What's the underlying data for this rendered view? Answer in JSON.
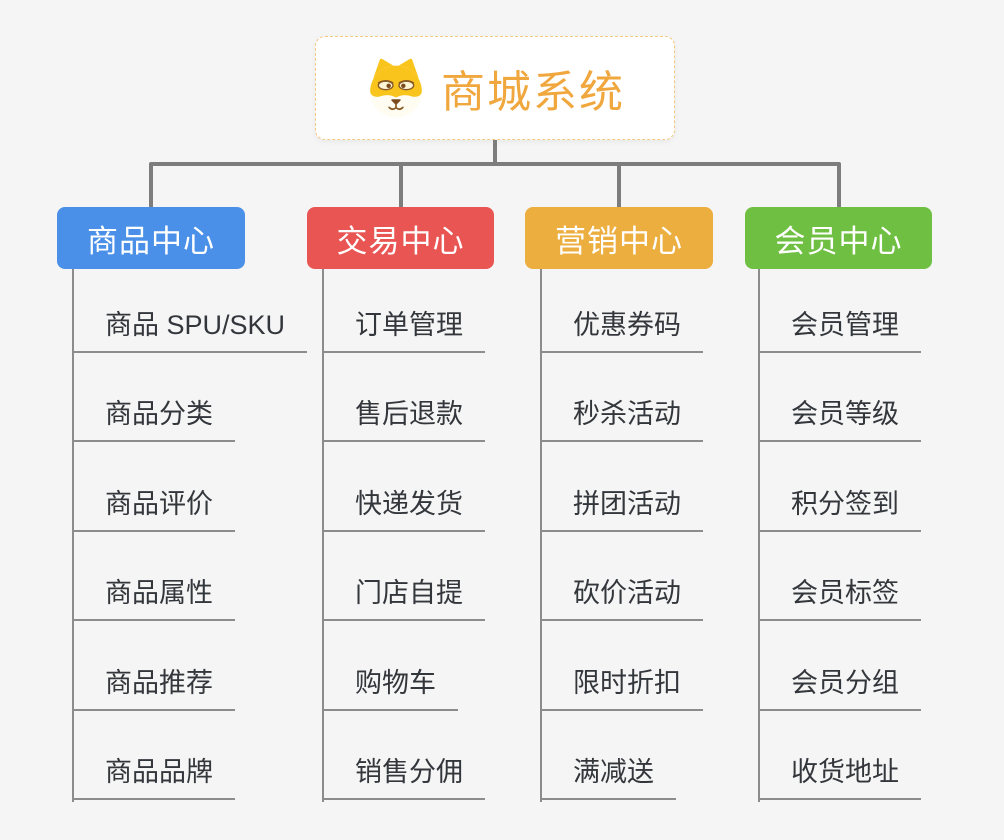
{
  "theme": {
    "bg": "#F5F5F5",
    "connector": "#7D7D7D",
    "line": "#8C8C8C",
    "leaf_text": "#33373C",
    "root_text": "#F0A73E",
    "root_border": "#F5C87E"
  },
  "root": {
    "label": "商城系统",
    "icon": "doge-face-icon"
  },
  "branches": [
    {
      "label": "商品中心",
      "color": "#4A90E8",
      "items": [
        "商品 SPU/SKU",
        "商品分类",
        "商品评价",
        "商品属性",
        "商品推荐",
        "商品品牌"
      ]
    },
    {
      "label": "交易中心",
      "color": "#E85553",
      "items": [
        "订单管理",
        "售后退款",
        "快递发货",
        "门店自提",
        "购物车",
        "销售分佣"
      ]
    },
    {
      "label": "营销中心",
      "color": "#ECAE3E",
      "items": [
        "优惠券码",
        "秒杀活动",
        "拼团活动",
        "砍价活动",
        "限时折扣",
        "满减送"
      ]
    },
    {
      "label": "会员中心",
      "color": "#6FC042",
      "items": [
        "会员管理",
        "会员等级",
        "积分签到",
        "会员标签",
        "会员分组",
        "收货地址"
      ]
    }
  ]
}
